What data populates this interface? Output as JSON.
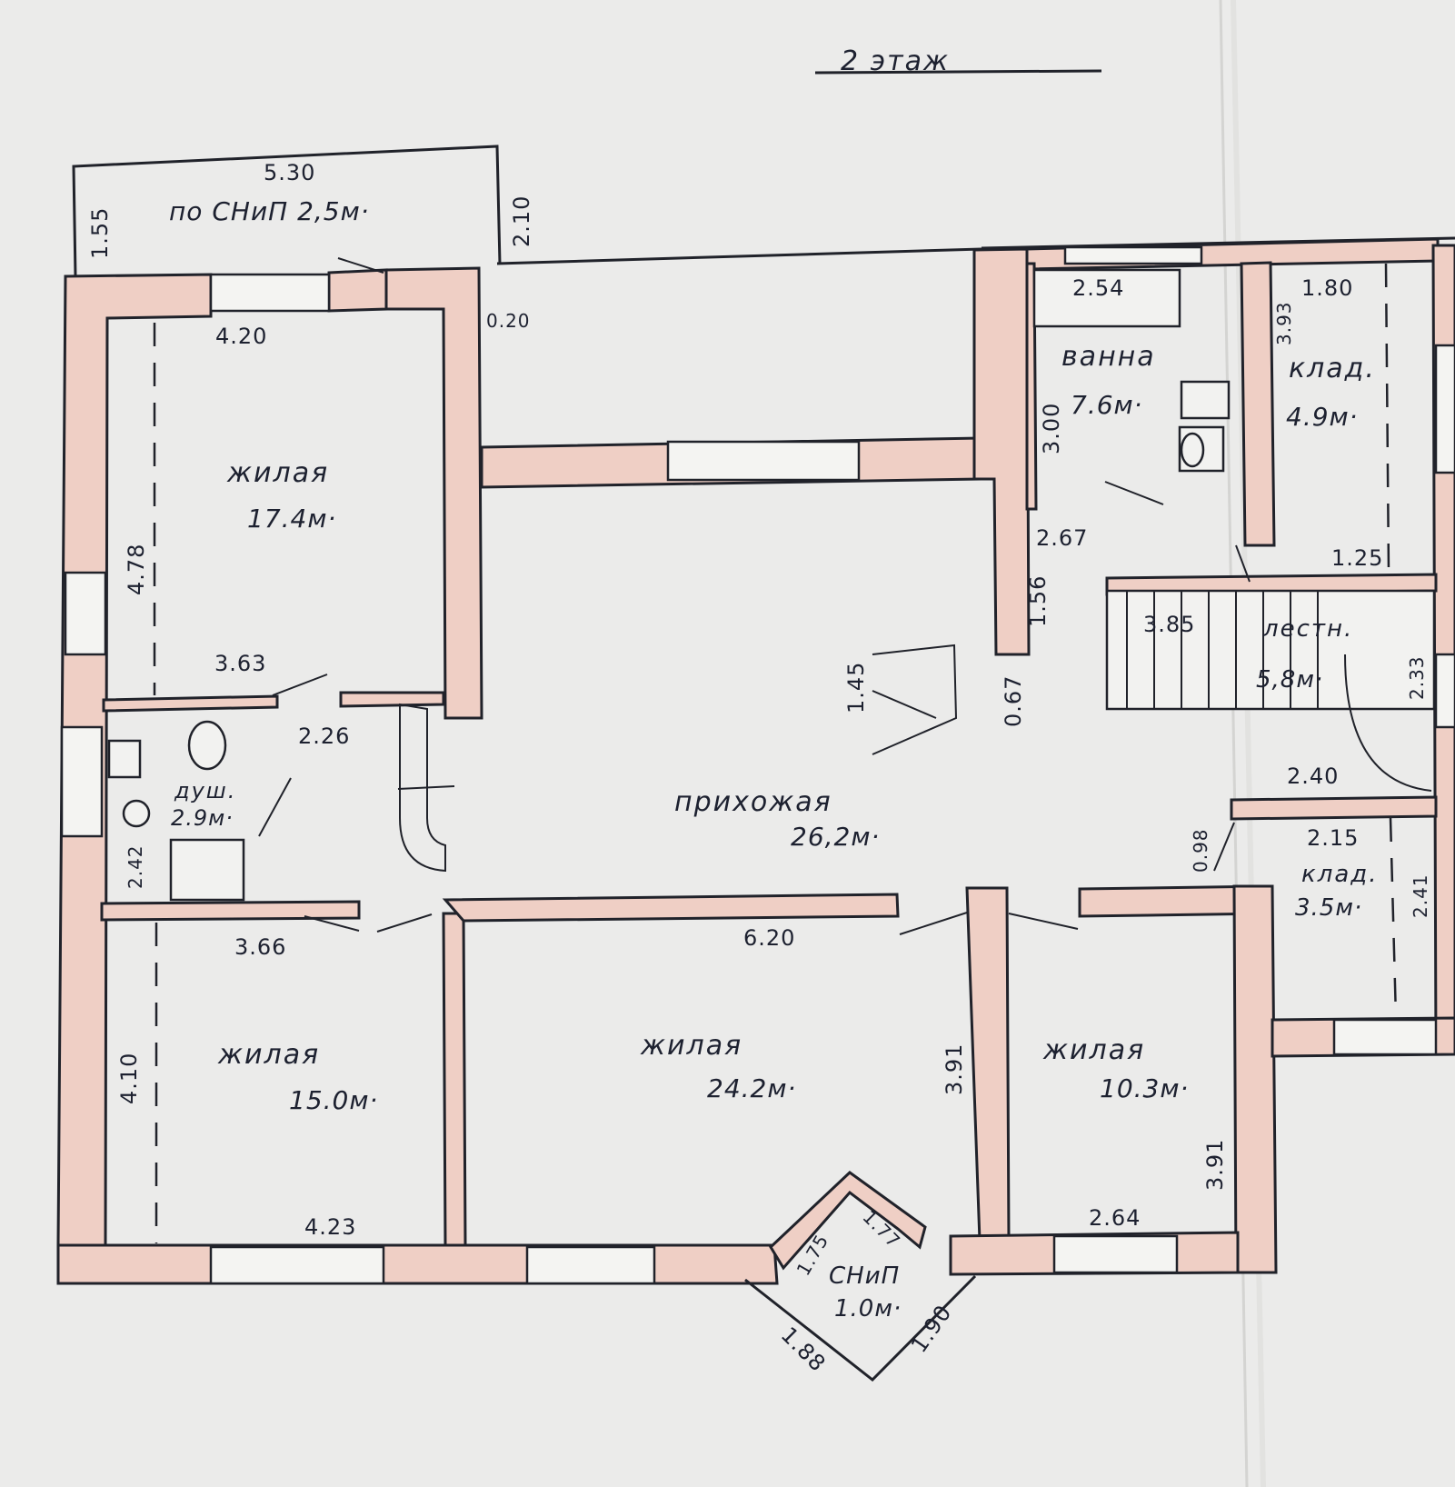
{
  "title": "2 этаж",
  "rooms": {
    "living_nw": {
      "name": "жилая",
      "area": "17.4м·"
    },
    "living_sw": {
      "name": "жилая",
      "area": "15.0м·"
    },
    "living_center": {
      "name": "жилая",
      "area": "24.2м·"
    },
    "living_se": {
      "name": "жилая",
      "area": "10.3м·"
    },
    "hall": {
      "name": "прихожая",
      "area": "26,2м·"
    },
    "bath": {
      "name": "ванна",
      "area": "7.6м·"
    },
    "storage_ne": {
      "name": "клад.",
      "area": "4.9м·"
    },
    "storage_e": {
      "name": "клад.",
      "area": "3.5м·"
    },
    "shower": {
      "name": "душ.",
      "area": "2.9м·"
    },
    "stair": {
      "name": "лестн.",
      "area": "5,8м·"
    },
    "balcony_top": {
      "label": "по СНиП 2,5м·"
    },
    "bay": {
      "label": "СНиП",
      "area": "1.0м·"
    }
  },
  "dimensions": {
    "d_530": "5.30",
    "d_155": "1.55",
    "d_210": "2.10",
    "d_020": "0.20",
    "d_420": "4.20",
    "d_478": "4.78",
    "d_363": "3.63",
    "d_226": "2.26",
    "d_242": "2.42",
    "d_366": "3.66",
    "d_410": "4.10",
    "d_423": "4.23",
    "d_620": "6.20",
    "d_391a": "3.91",
    "d_391b": "3.91",
    "d_264": "2.64",
    "d_254": "2.54",
    "d_300": "3.00",
    "d_267": "2.67",
    "d_393": "3.93",
    "d_180": "1.80",
    "d_125": "1.25",
    "d_156": "1.56",
    "d_067": "0.67",
    "d_145": "1.45",
    "d_385": "3.85",
    "d_233": "2.33",
    "d_240": "2.40",
    "d_098": "0.98",
    "d_215": "2.15",
    "d_241": "2.41",
    "d_175": "1.75",
    "d_177": "1.77",
    "d_188": "1.88",
    "d_190": "1.90"
  }
}
